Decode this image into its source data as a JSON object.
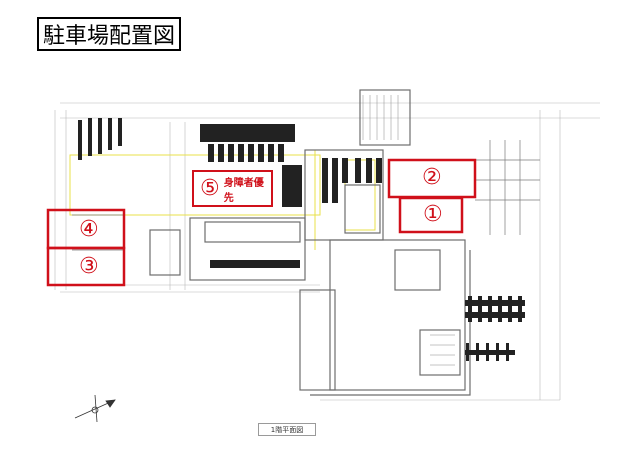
{
  "title": "駐車場配置図",
  "spots": {
    "s1": "①",
    "s2": "②",
    "s3": "③",
    "s4": "④",
    "s5": "⑤",
    "s5_note": "身障者優先"
  },
  "caption": "1階平面図",
  "colors": {
    "spot_red": "#d0101a",
    "highlight_yellow": "#e8e04a",
    "line_gray": "#6d6d6d",
    "title_border": "#000000"
  },
  "icons": [
    "north-arrow-icon",
    "bicycle-rack-icon"
  ]
}
